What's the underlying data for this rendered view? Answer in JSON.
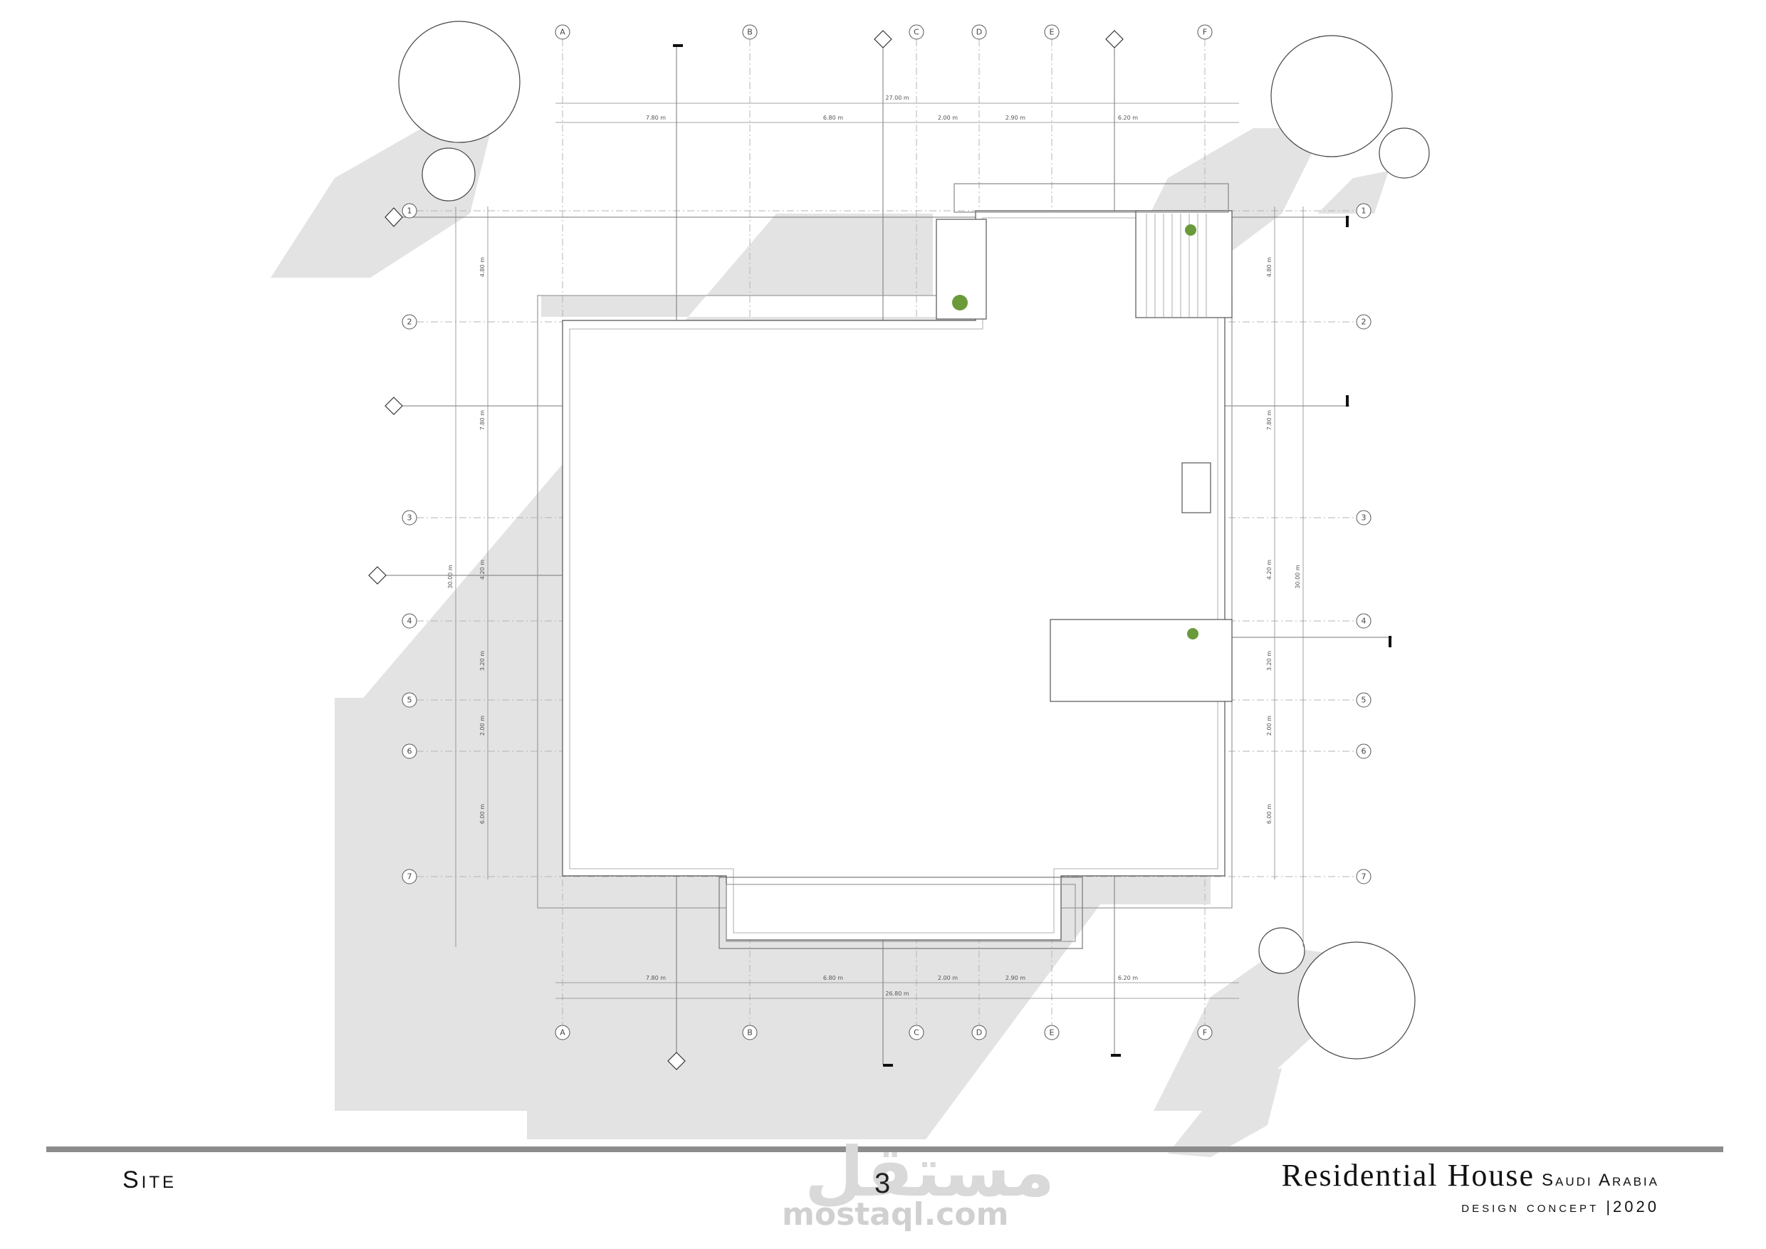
{
  "sheet": {
    "title_left": "Site",
    "page_number": "3",
    "project_title": "Residential House",
    "project_location": "Saudi Arabia",
    "subtitle": "design concept |2020"
  },
  "watermark": {
    "arabic": "مستقل",
    "latin": "mostaql.com"
  },
  "grid": {
    "columns": [
      "A",
      "B",
      "C",
      "D",
      "E",
      "F"
    ],
    "rows": [
      "1",
      "2",
      "3",
      "4",
      "5",
      "6",
      "7"
    ]
  },
  "dimensions": {
    "top_total": "27.00 m",
    "top_segments": [
      "7.80 m",
      "6.80 m",
      "2.00 m",
      "2.90 m",
      "6.20 m"
    ],
    "bottom_total": "26.80 m",
    "bottom_segments": [
      "7.80 m",
      "6.80 m",
      "2.00 m",
      "2.90 m",
      "6.20 m"
    ],
    "left_segments": [
      "4.80 m",
      "7.80 m",
      "4.20 m",
      "3.20 m",
      "2.00 m",
      "6.00 m"
    ],
    "right_segments": [
      "4.80 m",
      "7.80 m",
      "4.20 m",
      "3.20 m",
      "2.00 m",
      "6.00 m"
    ],
    "left_total": "30.00 m",
    "right_total": "30.00 m"
  },
  "colors": {
    "shadow": "#e3e3e3",
    "grid_line": "#b5b5b5",
    "wall": "#555555",
    "plant": "#6a9a3a",
    "footer_rule": "#8c8c8c"
  }
}
